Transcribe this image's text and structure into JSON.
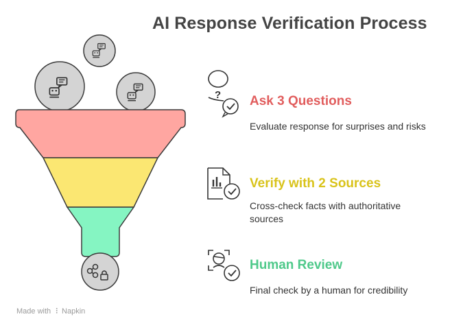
{
  "title": "AI Response Verification Process",
  "steps": [
    {
      "title": "Ask 3 Questions",
      "description": "Evaluate response for surprises and risks",
      "color": "#e15d5d",
      "icon": "question-chat-check-icon"
    },
    {
      "title": "Verify with 2 Sources",
      "description": "Cross-check facts with authoritative sources",
      "color": "#d9c31a",
      "icon": "document-chart-check-icon"
    },
    {
      "title": "Human Review",
      "description": "Final check by a human for credibility",
      "color": "#4fc98a",
      "icon": "face-scan-check-icon"
    }
  ],
  "funnel_colors": {
    "top": "#ffa6a1",
    "middle": "#fbe772",
    "bottom": "#85f5c2",
    "bubble": "#d4d4d4",
    "stroke": "#3a3a3a"
  },
  "inputs": [
    "robot-chat-icon",
    "robot-chat-icon",
    "robot-chat-icon"
  ],
  "output_icon": "share-lock-icon",
  "watermark": {
    "prefix": "Made with",
    "brand": "Napkin"
  }
}
